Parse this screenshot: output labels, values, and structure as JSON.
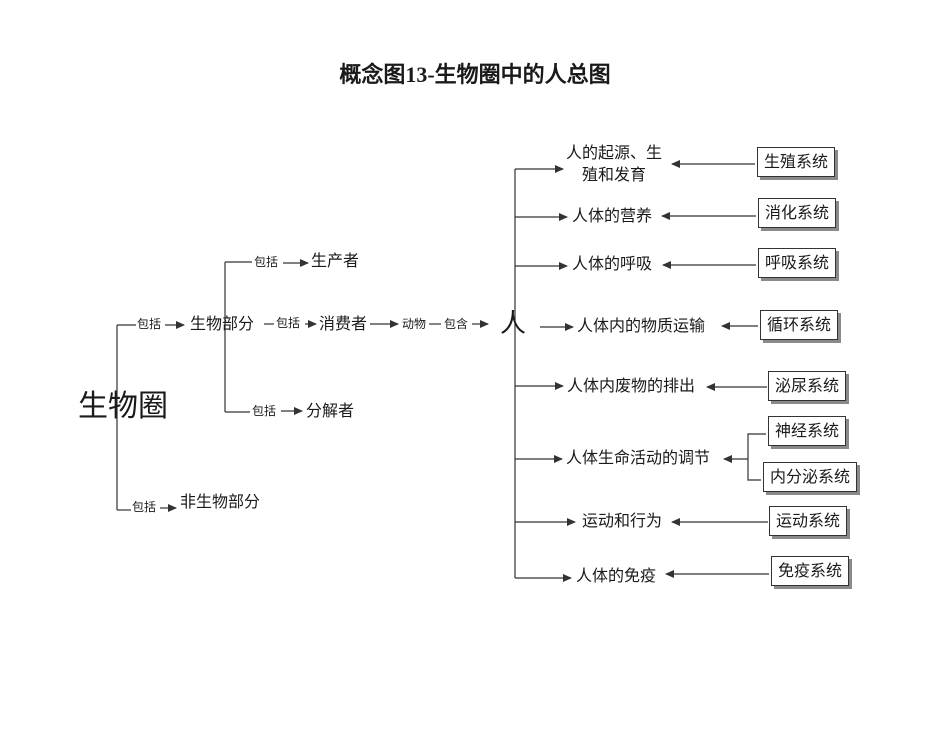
{
  "title": "概念图13-生物圈中的人总图",
  "root": "生物圈",
  "left_branch": {
    "includes_1": "包括",
    "bio_part": "生物部分",
    "includes_2": "包括",
    "producer": "生产者",
    "includes_3": "包括",
    "consumer": "消费者",
    "animal": "动物",
    "contains": "包含",
    "includes_4": "包括",
    "decomposer": "分解者",
    "includes_5": "包括",
    "nonbio_part": "非生物部分"
  },
  "human": "人",
  "topics": [
    {
      "label_line1": "人的起源、生",
      "label_line2": "殖和发育",
      "systems": [
        "生殖系统"
      ]
    },
    {
      "label": "人体的营养",
      "systems": [
        "消化系统"
      ]
    },
    {
      "label": "人体的呼吸",
      "systems": [
        "呼吸系统"
      ]
    },
    {
      "label": "人体内的物质运输",
      "systems": [
        "循环系统"
      ]
    },
    {
      "label": "人体内废物的排出",
      "systems": [
        "泌尿系统"
      ]
    },
    {
      "label": "人体生命活动的调节",
      "systems": [
        "神经系统",
        "内分泌系统"
      ]
    },
    {
      "label": "运动和行为",
      "systems": [
        "运动系统"
      ]
    },
    {
      "label": "人体的免疫",
      "systems": [
        "免疫系统"
      ]
    }
  ]
}
